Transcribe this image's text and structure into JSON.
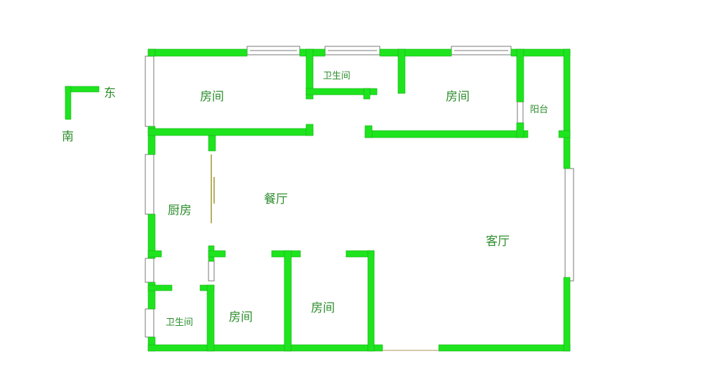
{
  "compass": {
    "east": "东",
    "south": "南"
  },
  "rooms": {
    "bedroom_top_left": "房间",
    "bathroom_top": "卫生间",
    "bedroom_top_right": "房间",
    "balcony": "阳台",
    "dining": "餐厅",
    "kitchen": "厨房",
    "living": "客厅",
    "bathroom_bottom": "卫生间",
    "bedroom_bottom_left": "房间",
    "bedroom_bottom_right": "房间"
  },
  "colors": {
    "wall": "#1ee41e",
    "text": "#2b8c2b"
  }
}
